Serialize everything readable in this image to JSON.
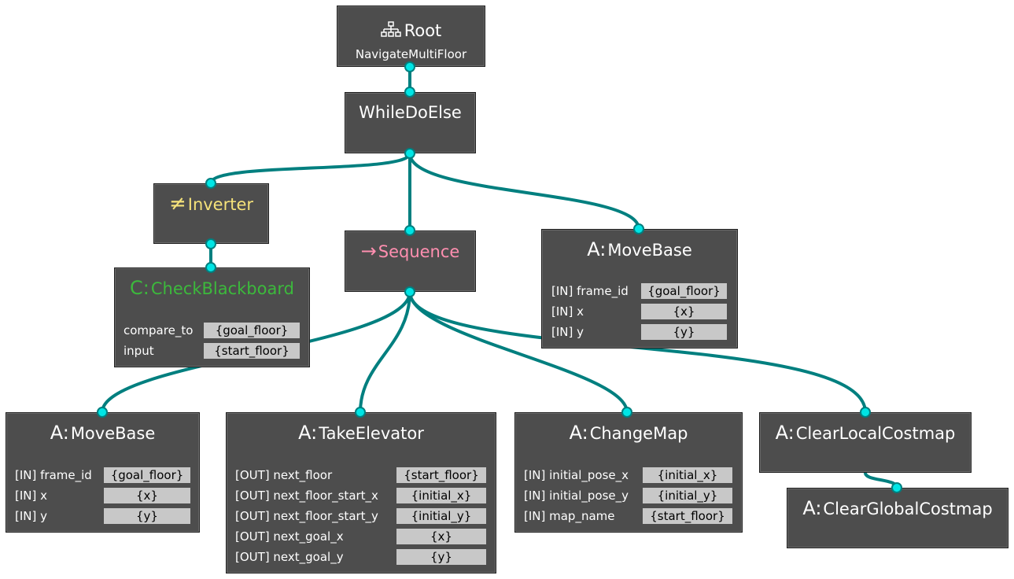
{
  "colors": {
    "node_bg": "#4d4d4d",
    "edge": "#007f7f",
    "port": "#00e5e5",
    "inverter": "#f5e27a",
    "sequence": "#ff8fb0",
    "condition": "#3cb93c",
    "value_bg": "#c8c8c8"
  },
  "nodes": {
    "root": {
      "title": "Root",
      "subtitle": "NavigateMultiFloor",
      "icon": "tree-icon"
    },
    "whiledoelse": {
      "title": "WhileDoElse"
    },
    "inverter": {
      "icon": "≠",
      "title": "Inverter"
    },
    "sequence": {
      "icon": "→",
      "title": "Sequence"
    },
    "movebase_top": {
      "prefix": "A:",
      "title": "MoveBase",
      "ports": [
        {
          "label": "[IN] frame_id",
          "value": "{goal_floor}"
        },
        {
          "label": "[IN] x",
          "value": "{x}"
        },
        {
          "label": "[IN] y",
          "value": "{y}"
        }
      ]
    },
    "checkblackboard": {
      "prefix": "C:",
      "title": "CheckBlackboard",
      "ports": [
        {
          "label": "compare_to",
          "value": "{goal_floor}"
        },
        {
          "label": "input",
          "value": "{start_floor}"
        }
      ]
    },
    "movebase_bottom": {
      "prefix": "A:",
      "title": "MoveBase",
      "ports": [
        {
          "label": "[IN] frame_id",
          "value": "{goal_floor}"
        },
        {
          "label": "[IN] x",
          "value": "{x}"
        },
        {
          "label": "[IN] y",
          "value": "{y}"
        }
      ]
    },
    "takeelevator": {
      "prefix": "A:",
      "title": "TakeElevator",
      "ports": [
        {
          "label": "[OUT] next_floor",
          "value": "{start_floor}"
        },
        {
          "label": "[OUT] next_floor_start_x",
          "value": "{initial_x}"
        },
        {
          "label": "[OUT] next_floor_start_y",
          "value": "{initial_y}"
        },
        {
          "label": "[OUT] next_goal_x",
          "value": "{x}"
        },
        {
          "label": "[OUT] next_goal_y",
          "value": "{y}"
        }
      ]
    },
    "changemap": {
      "prefix": "A:",
      "title": "ChangeMap",
      "ports": [
        {
          "label": "[IN] initial_pose_x",
          "value": "{initial_x}"
        },
        {
          "label": "[IN] initial_pose_y",
          "value": "{initial_y}"
        },
        {
          "label": "[IN] map_name",
          "value": "{start_floor}"
        }
      ]
    },
    "clearlocal": {
      "prefix": "A:",
      "title": "ClearLocalCostmap"
    },
    "clearglobal": {
      "prefix": "A:",
      "title": "ClearGlobalCostmap"
    }
  }
}
